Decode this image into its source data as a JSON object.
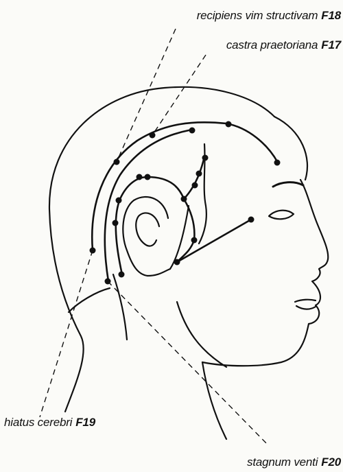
{
  "labels": {
    "f18": {
      "name": "recipiens vim structivam",
      "code": "F18"
    },
    "f17": {
      "name": "castra praetoriana",
      "code": "F17"
    },
    "f19": {
      "name": "hiatus cerebri",
      "code": "F19"
    },
    "f20": {
      "name": "stagnum venti",
      "code": "F20"
    }
  },
  "colors": {
    "ink": "#111111",
    "paper": "#fbfbf8"
  }
}
